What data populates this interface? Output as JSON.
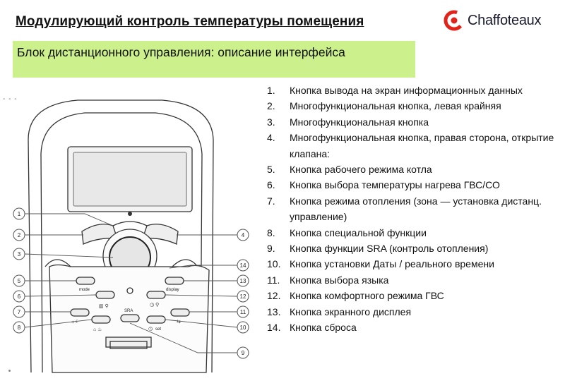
{
  "title": "Модулирующий контроль температуры помещения",
  "brand": "Chaffoteaux",
  "subtitle": "Блок дистанционного управления: описание интерфейса",
  "items": [
    {
      "num": "1.",
      "text": "Кнопка вывода на экран информационных данных"
    },
    {
      "num": "2.",
      "text": "Многофункциональная кнопка, левая крайняя"
    },
    {
      "num": "3.",
      "text": "Многофункциональная кнопка"
    },
    {
      "num": "4.",
      "text": "Многофункциональная кнопка, правая сторона, открытие клапана:"
    },
    {
      "num": "5.",
      "text": "Кнопка рабочего режима котла"
    },
    {
      "num": "6.",
      "text": "Кнопка выбора температуры нагрева ГВС/СО"
    },
    {
      "num": "7.",
      "text": "Кнопка режима отопления (зона — установка дистанц. управление)"
    },
    {
      "num": "8.",
      "text": "Кнопка специальной функции"
    },
    {
      "num": "9.",
      "text": "Кнопка функции SRA (контроль отопления)"
    },
    {
      "num": "10.",
      "text": "Кнопка установки Даты / реального времени"
    },
    {
      "num": "11.",
      "text": "Кнопка выбора языка"
    },
    {
      "num": "12.",
      "text": "Кнопка комфортного режима ГВС"
    },
    {
      "num": "13.",
      "text": "Кнопка экранного дисплея"
    },
    {
      "num": "14.",
      "text": "Кнопка сброса"
    }
  ],
  "device": {
    "callouts": [
      "1",
      "2",
      "3",
      "4",
      "5",
      "6",
      "7",
      "8",
      "9",
      "10",
      "11",
      "12",
      "13",
      "14"
    ],
    "label_mode": "mode",
    "label_display": "display",
    "label_sra": "SRA",
    "label_set": "set",
    "info_icon": "info-icon",
    "brand_red": "#e2231a"
  }
}
